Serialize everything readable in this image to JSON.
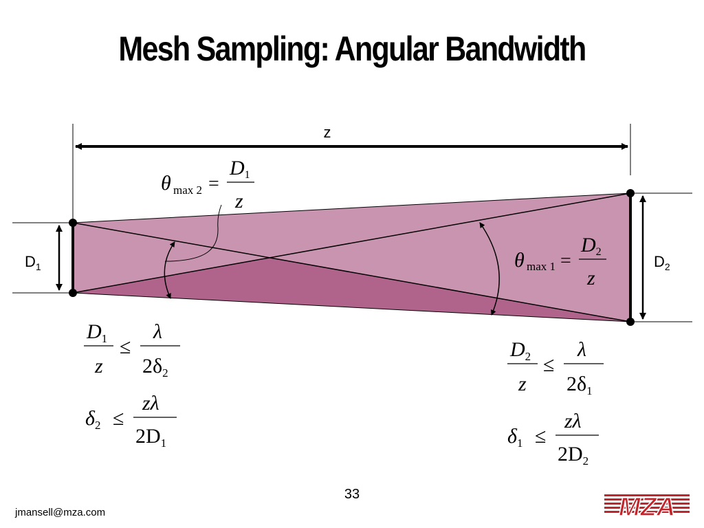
{
  "slide": {
    "title": "Mesh Sampling: Angular Bandwidth",
    "page_number": "33",
    "footer_email": "jmansell@mza.com",
    "logo_text": "MZA"
  },
  "diagram": {
    "z_label": "z",
    "d1_label": "D",
    "d1_sub": "1",
    "d2_label": "D",
    "d2_sub": "2",
    "colors": {
      "light_fill": "#c994b0",
      "dark_fill": "#b0648c",
      "logo_red": "#c0262c"
    }
  },
  "equations": {
    "theta_max2": {
      "theta": "θ",
      "sub": "max 2",
      "eq": "=",
      "num": "D",
      "num_sub": "1",
      "den": "z"
    },
    "theta_max1": {
      "theta": "θ",
      "sub": "max 1",
      "eq": "=",
      "num": "D",
      "num_sub": "2",
      "den": "z"
    },
    "left_1": {
      "num": "D",
      "num_sub": "1",
      "den": "z",
      "rel": "≤",
      "rhs_num": "λ",
      "rhs_den": "2δ",
      "rhs_den_sub": "2"
    },
    "left_2": {
      "lhs": "δ",
      "lhs_sub": "2",
      "rel": "≤",
      "rhs_num": "zλ",
      "rhs_den": "2D",
      "rhs_den_sub": "1"
    },
    "right_1": {
      "num": "D",
      "num_sub": "2",
      "den": "z",
      "rel": "≤",
      "rhs_num": "λ",
      "rhs_den": "2δ",
      "rhs_den_sub": "1"
    },
    "right_2": {
      "lhs": "δ",
      "lhs_sub": "1",
      "rel": "≤",
      "rhs_num": "zλ",
      "rhs_den": "2D",
      "rhs_den_sub": "2"
    }
  }
}
